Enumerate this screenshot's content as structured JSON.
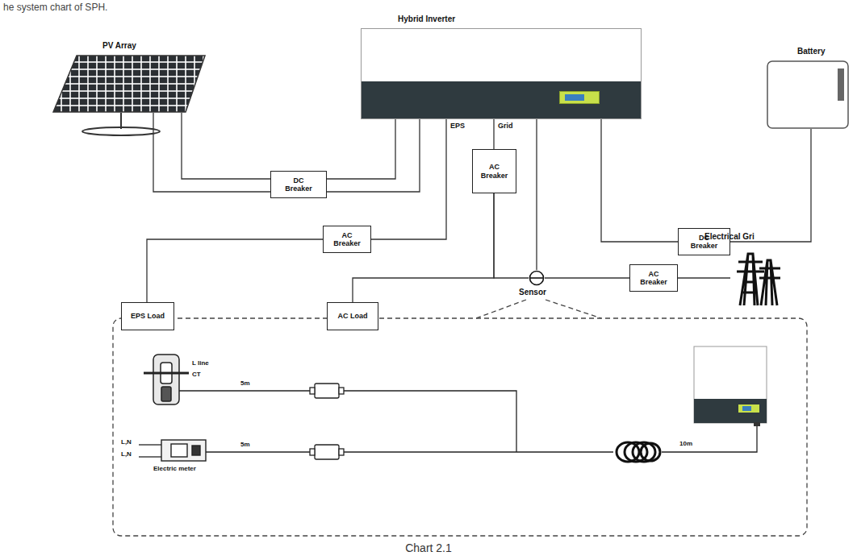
{
  "diagram": {
    "title": "he system chart of SPH.",
    "caption": "Chart 2.1",
    "nodes": [
      {
        "text": [
          "Hybrid Inverter"
        ]
      },
      {
        "text": [
          "PV Array"
        ]
      },
      {
        "text": [
          "Battery"
        ]
      },
      {
        "text": [
          "DC Breaker"
        ]
      },
      {
        "text": [
          "AC Breaker"
        ]
      },
      {
        "text": [
          "DC Breaker"
        ]
      },
      {
        "text": [
          "AC Breaker"
        ]
      },
      {
        "text": [
          "Electrical Gri"
        ]
      },
      {
        "text": [
          "EPS Load"
        ]
      },
      {
        "text": [
          "AC Load"
        ]
      },
      {
        "text": [
          "Sensor"
        ]
      },
      {
        "text": [
          "AC Breaker"
        ]
      }
    ],
    "edges": [
      {
        "from": 1,
        "to": 3,
        "arrow": "none"
      },
      {
        "from": 3,
        "to": 0,
        "arrow": "none"
      },
      {
        "from": 0,
        "to": 5,
        "arrow": "none"
      },
      {
        "from": 5,
        "to": 2,
        "arrow": "none"
      },
      {
        "from": 0,
        "to": 6,
        "arrow": "none"
      },
      {
        "from": 6,
        "to": 8,
        "arrow": "none"
      },
      {
        "from": 0,
        "to": 4,
        "arrow": "none"
      },
      {
        "from": 4,
        "to": 9,
        "arrow": "none"
      },
      {
        "from": 4,
        "to": 10,
        "arrow": "none"
      },
      {
        "from": 10,
        "to": 11,
        "arrow": "none"
      },
      {
        "from": 11,
        "to": 7,
        "arrow": "none"
      },
      {
        "from": 0,
        "to": 10,
        "arrow": "none"
      }
    ],
    "labels": [
      "EPS",
      "Grid",
      "L line",
      "CT",
      "5m",
      "5m",
      "L,N",
      "L,N",
      "Electric meter",
      "10m"
    ]
  }
}
